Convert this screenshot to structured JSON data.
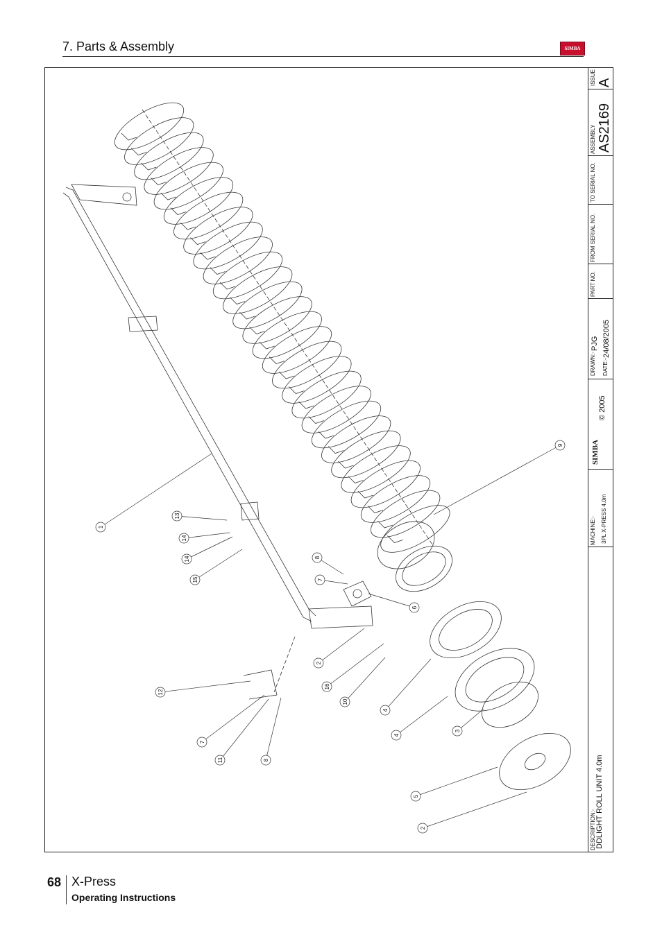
{
  "header": {
    "title": "7. Parts & Assembly",
    "logo_text": "SIMBA",
    "accent_color": "#c8102e"
  },
  "title_block": {
    "issue_label": "ISSUE",
    "issue": "A",
    "assembly_label": "ASSEMBLY",
    "assembly_no": "AS2169",
    "to_serial_label": "TO SERIAL NO.",
    "from_serial_label": "FROM SERIAL NO.",
    "part_no_label": "PART NO.",
    "drawn_label": "DRAWN:-",
    "drawn_by": "PJG",
    "date_label": "DATE:-",
    "date": "24/08/2005",
    "copyright": "© 2005",
    "logo_text": "SIMBA",
    "machine_label": "MACHINE:-",
    "machine": "3PL X-PRESS 4.0m",
    "description_label": "DESCRIPTION:-",
    "description": "DDLIGHT ROLL UNIT 4.0m"
  },
  "callouts": [
    "1",
    "13",
    "14",
    "14",
    "15",
    "8",
    "7",
    "6",
    "2",
    "16",
    "10",
    "12",
    "7",
    "11",
    "8",
    "9",
    "4",
    "4",
    "3",
    "5",
    "2"
  ],
  "footer": {
    "page_number": "68",
    "product": "X-Press",
    "subtitle": "Operating Instructions"
  }
}
